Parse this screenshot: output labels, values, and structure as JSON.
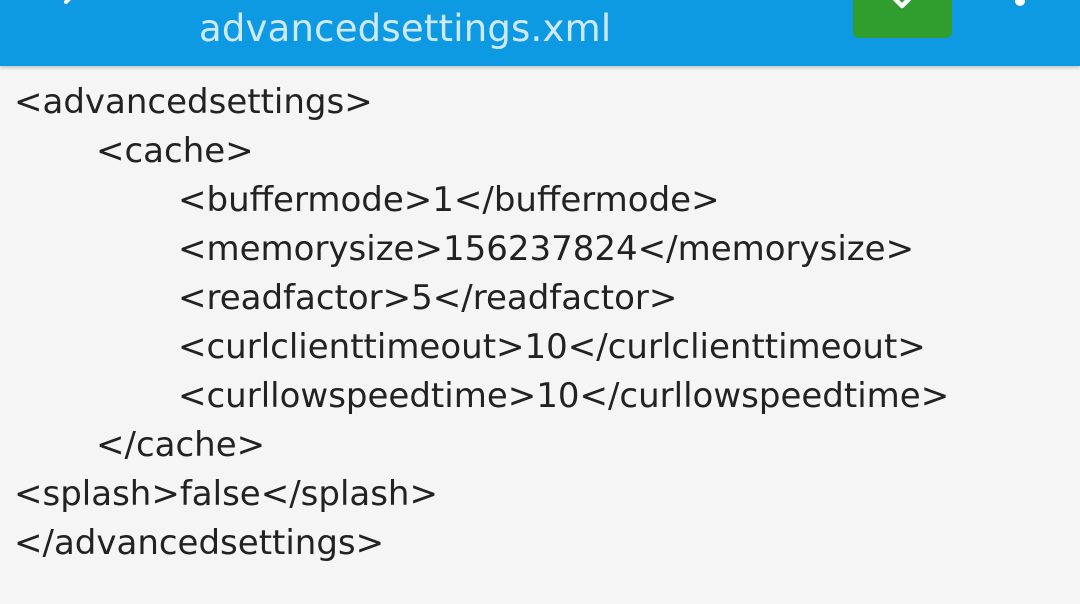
{
  "appbar": {
    "title": "advancedsettings.xml",
    "background": "#0e9ae3",
    "back_icon": "arrow-back-icon",
    "save_icon": "check-icon",
    "save_color": "#2f9e2f",
    "menu_icon": "more-vert-icon"
  },
  "editor": {
    "lines": [
      "<advancedsettings>",
      "<cache>",
      "<buffermode>1</buffermode>",
      "<memorysize>156237824</memorysize>",
      "<readfactor>5</readfactor>",
      "<curlclienttimeout>10</curlclienttimeout>",
      "<curllowspeedtime>10</curllowspeedtime>",
      "</cache>",
      "<splash>false</splash>",
      "</advancedsettings>"
    ]
  }
}
